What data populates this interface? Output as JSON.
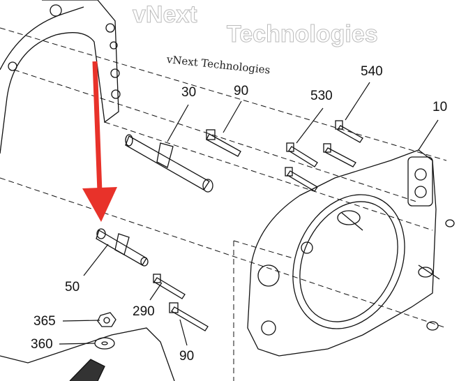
{
  "watermark": {
    "text_small": "vNext Technologies",
    "text_large_1": "vNext",
    "text_large_2": "Technologies"
  },
  "callouts": [
    "540",
    "530",
    "10",
    "30",
    "90",
    "50",
    "290",
    "365",
    "360",
    "90"
  ],
  "colors": {
    "arrow": "#e8322a",
    "line": "#111111"
  }
}
